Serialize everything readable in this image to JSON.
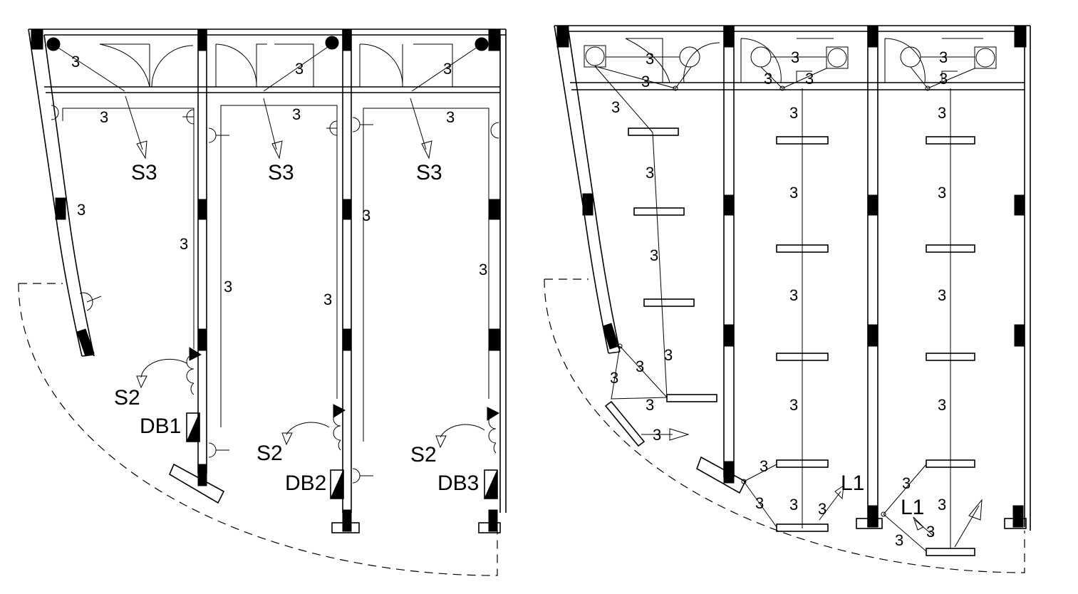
{
  "drawing": {
    "title": "",
    "left_plan": {
      "wire_count": "3",
      "sockets": [
        "S3",
        "S3",
        "S3"
      ],
      "switches": [
        "S2",
        "S2",
        "S2"
      ],
      "boards": [
        "DB1",
        "DB2",
        "DB3"
      ]
    },
    "right_plan": {
      "wire_count": "3",
      "lights": [
        "L1",
        "L1"
      ]
    },
    "colors": {
      "line": "#000000",
      "background": "#ffffff"
    }
  }
}
